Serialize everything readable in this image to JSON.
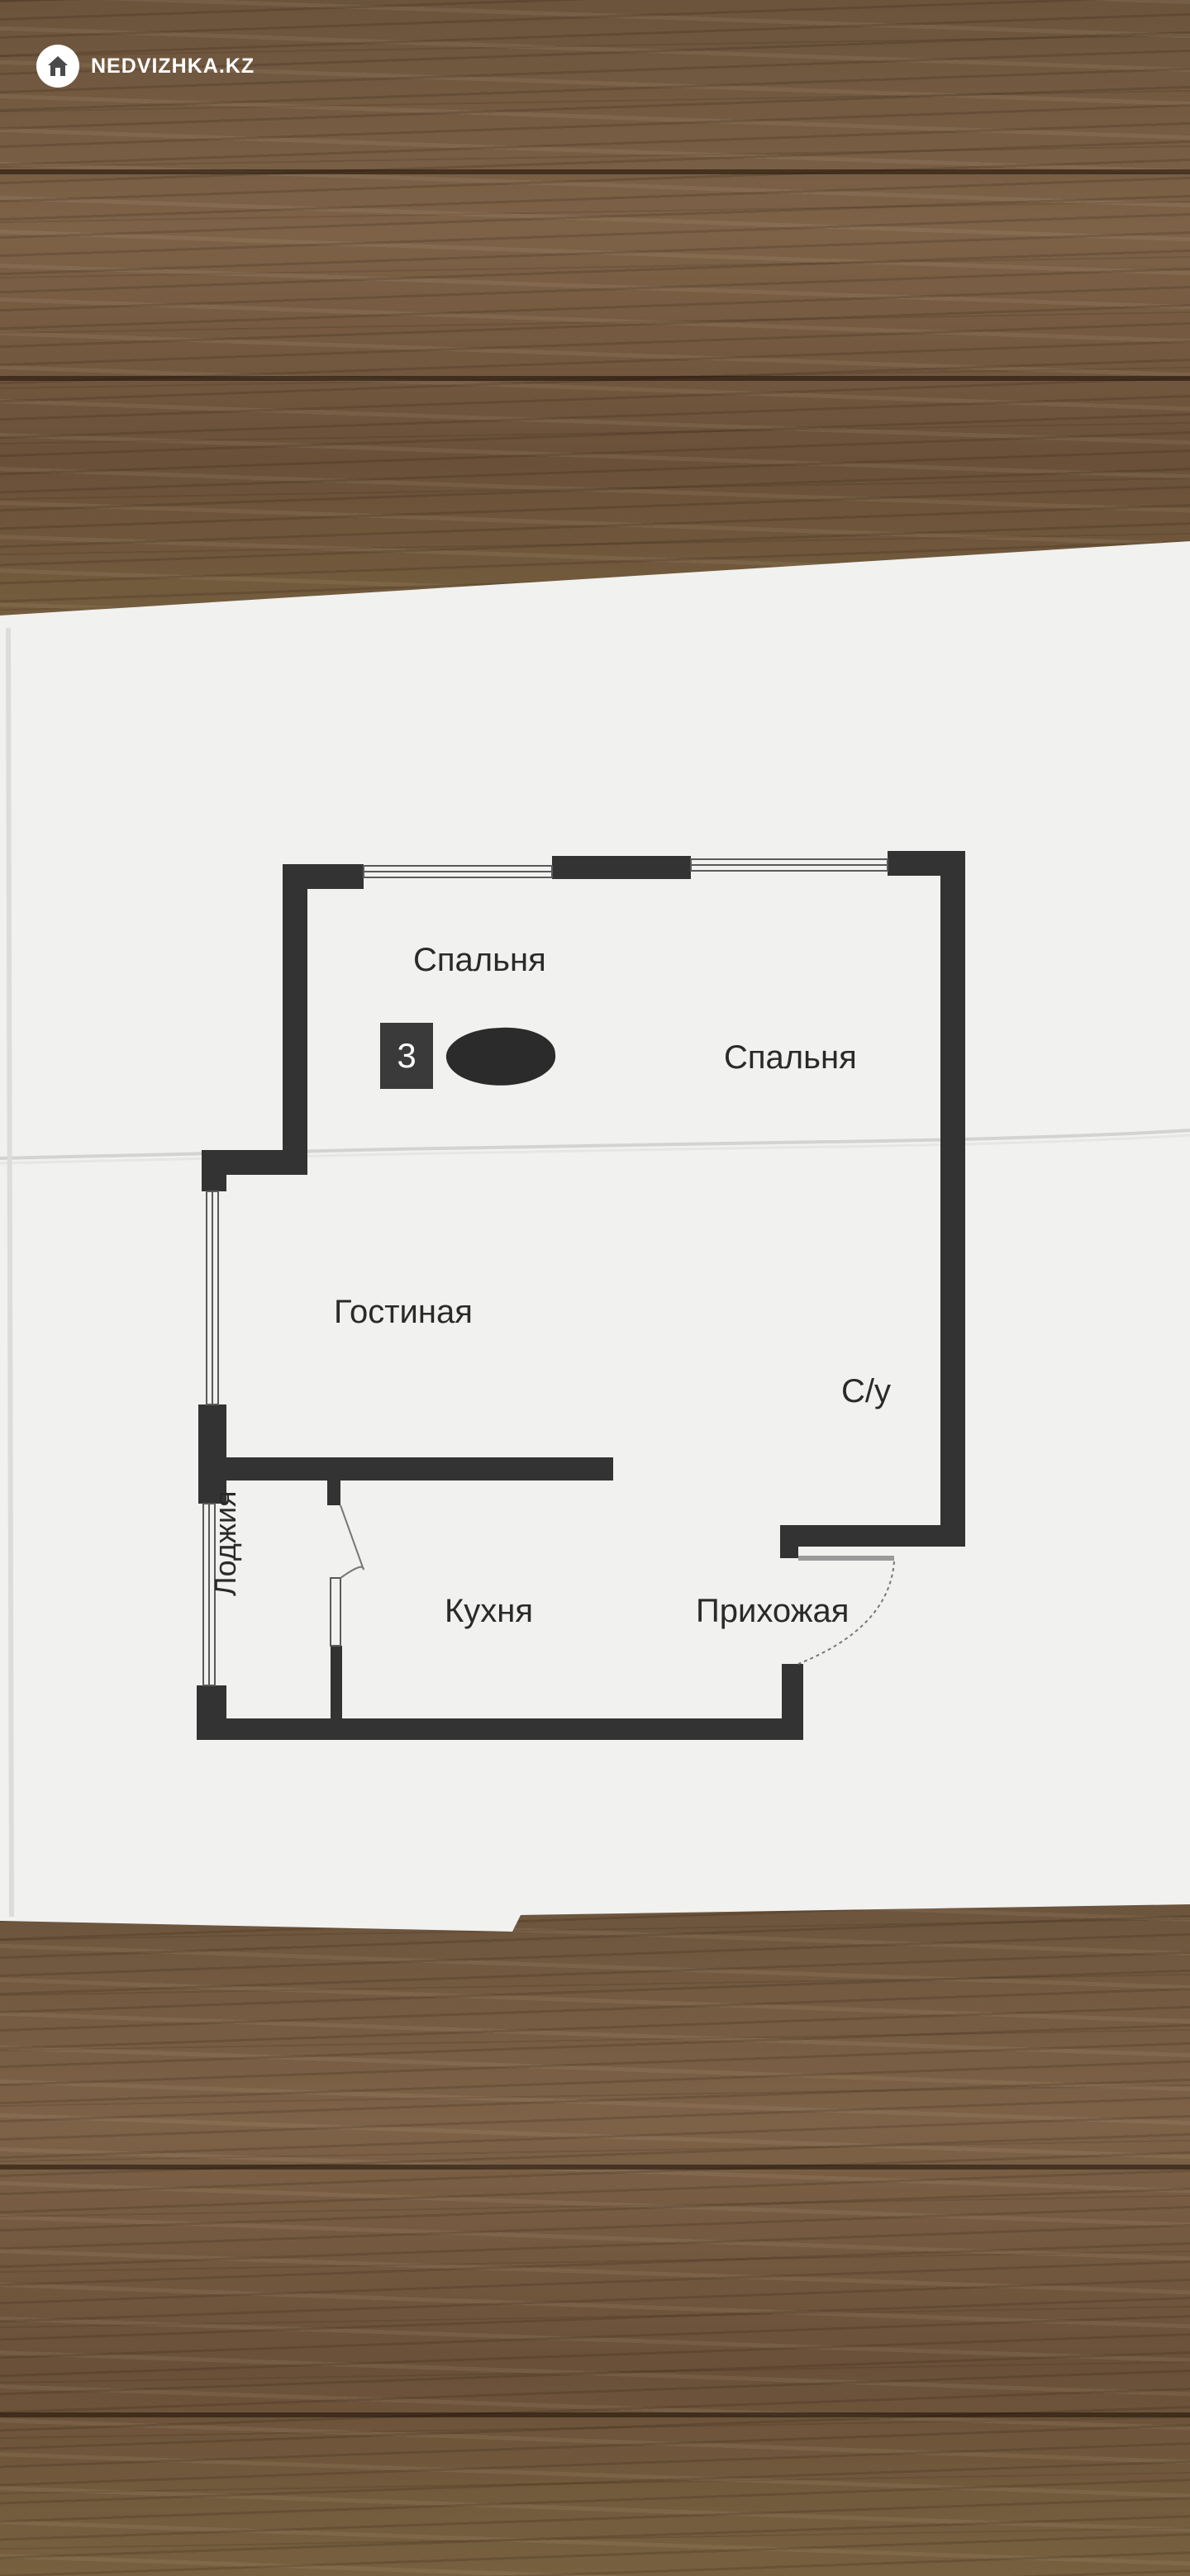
{
  "watermark": {
    "text": "NEDVIZHKA.KZ",
    "icon": "house-icon"
  },
  "floor_plan": {
    "rooms_count": "3",
    "rooms": {
      "bedroom_1": "Спальня",
      "bedroom_2": "Спальня",
      "living_room": "Гостиная",
      "bathroom": "С/у",
      "loggia": "Лоджия",
      "kitchen": "Кухня",
      "hallway": "Прихожая"
    },
    "wall_color": "#333333",
    "paper_color": "#f2f2f0"
  }
}
